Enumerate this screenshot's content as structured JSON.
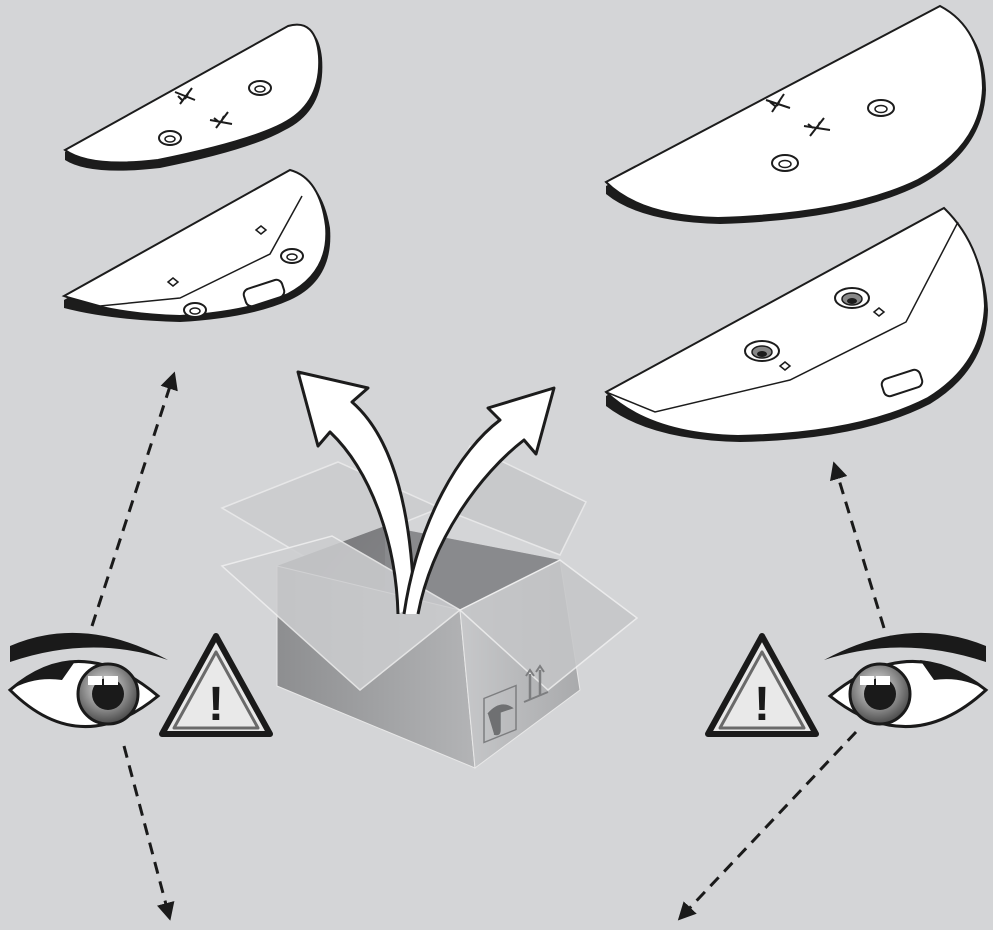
{
  "illustration": {
    "background_color": "#d4d5d7",
    "parts": [
      {
        "id": "small-top-plate",
        "icon": "half-disc-plate-icon"
      },
      {
        "id": "small-bottom-plate",
        "icon": "half-disc-base-icon"
      },
      {
        "id": "large-top-plate",
        "icon": "half-disc-plate-icon"
      },
      {
        "id": "large-bottom-plate",
        "icon": "half-disc-base-icon"
      }
    ],
    "box": {
      "icon": "open-box-icon",
      "symbols": [
        "umbrella-icon",
        "this-way-up-icon"
      ]
    },
    "arrows": {
      "unpack": "curved-arrow-icon",
      "inspect": "dashed-arrow-icon"
    },
    "inspection": {
      "eye_icon": "eye-icon",
      "warning_icon": "warning-triangle-icon",
      "warning_mark": "!"
    }
  }
}
